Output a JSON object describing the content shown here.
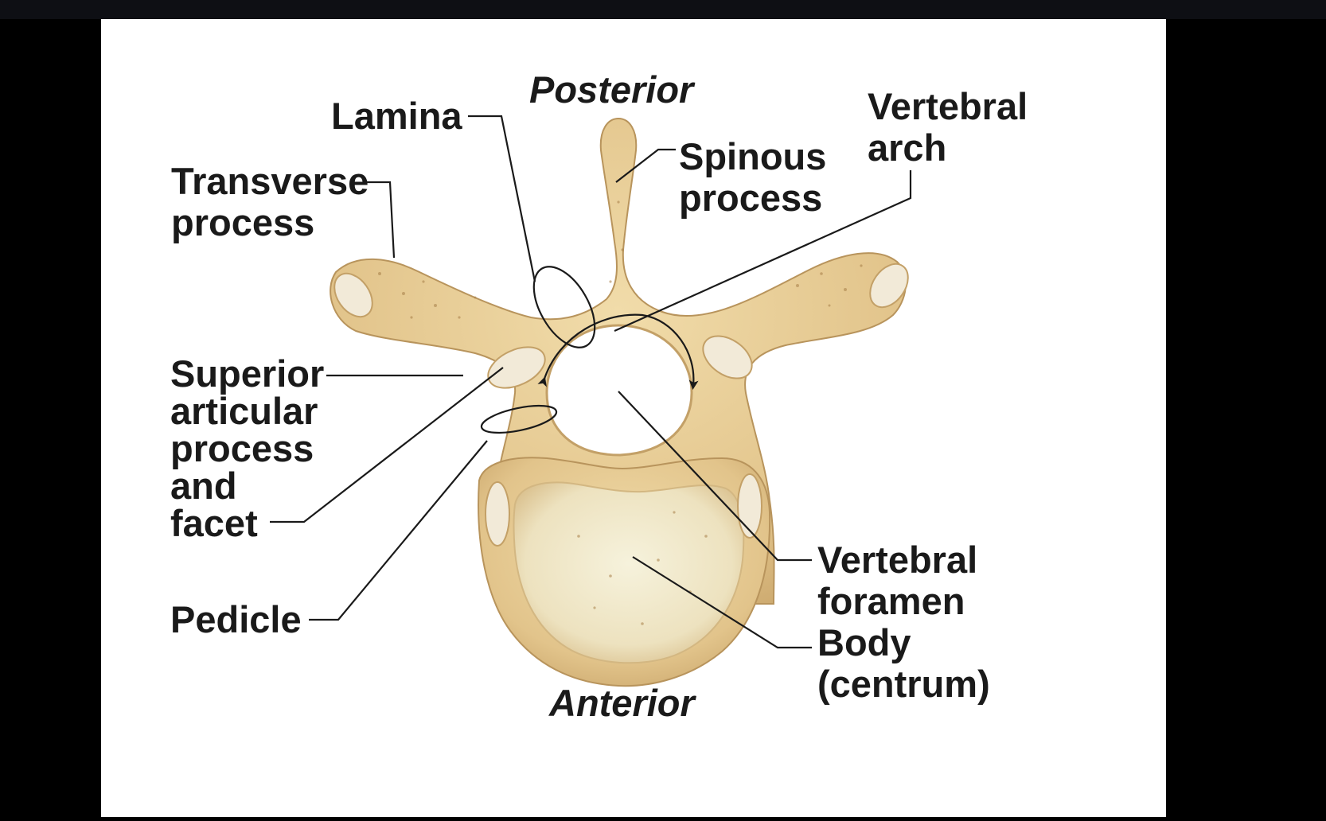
{
  "diagram": {
    "orientation": {
      "top": "Posterior",
      "bottom": "Anterior"
    },
    "labels": {
      "lamina": "Lamina",
      "transverse_process": [
        "Transverse",
        "process"
      ],
      "spinous_process": [
        "Spinous",
        "process"
      ],
      "vertebral_arch": [
        "Vertebral",
        "arch"
      ],
      "superior_articular_process": [
        "Superior",
        "articular",
        "process",
        "and",
        "facet"
      ],
      "pedicle": "Pedicle",
      "vertebral_foramen": [
        "Vertebral",
        "foramen"
      ],
      "body": [
        "Body",
        "(centrum)"
      ]
    },
    "colors": {
      "background": "#000000",
      "slide": "#ffffff",
      "bone": "#e8cf9c",
      "bone_shadow": "#c9a56a",
      "body_surface": "#f3ead0",
      "facet": "#f2ead8",
      "leader_lines": "#1a1a1a"
    }
  }
}
